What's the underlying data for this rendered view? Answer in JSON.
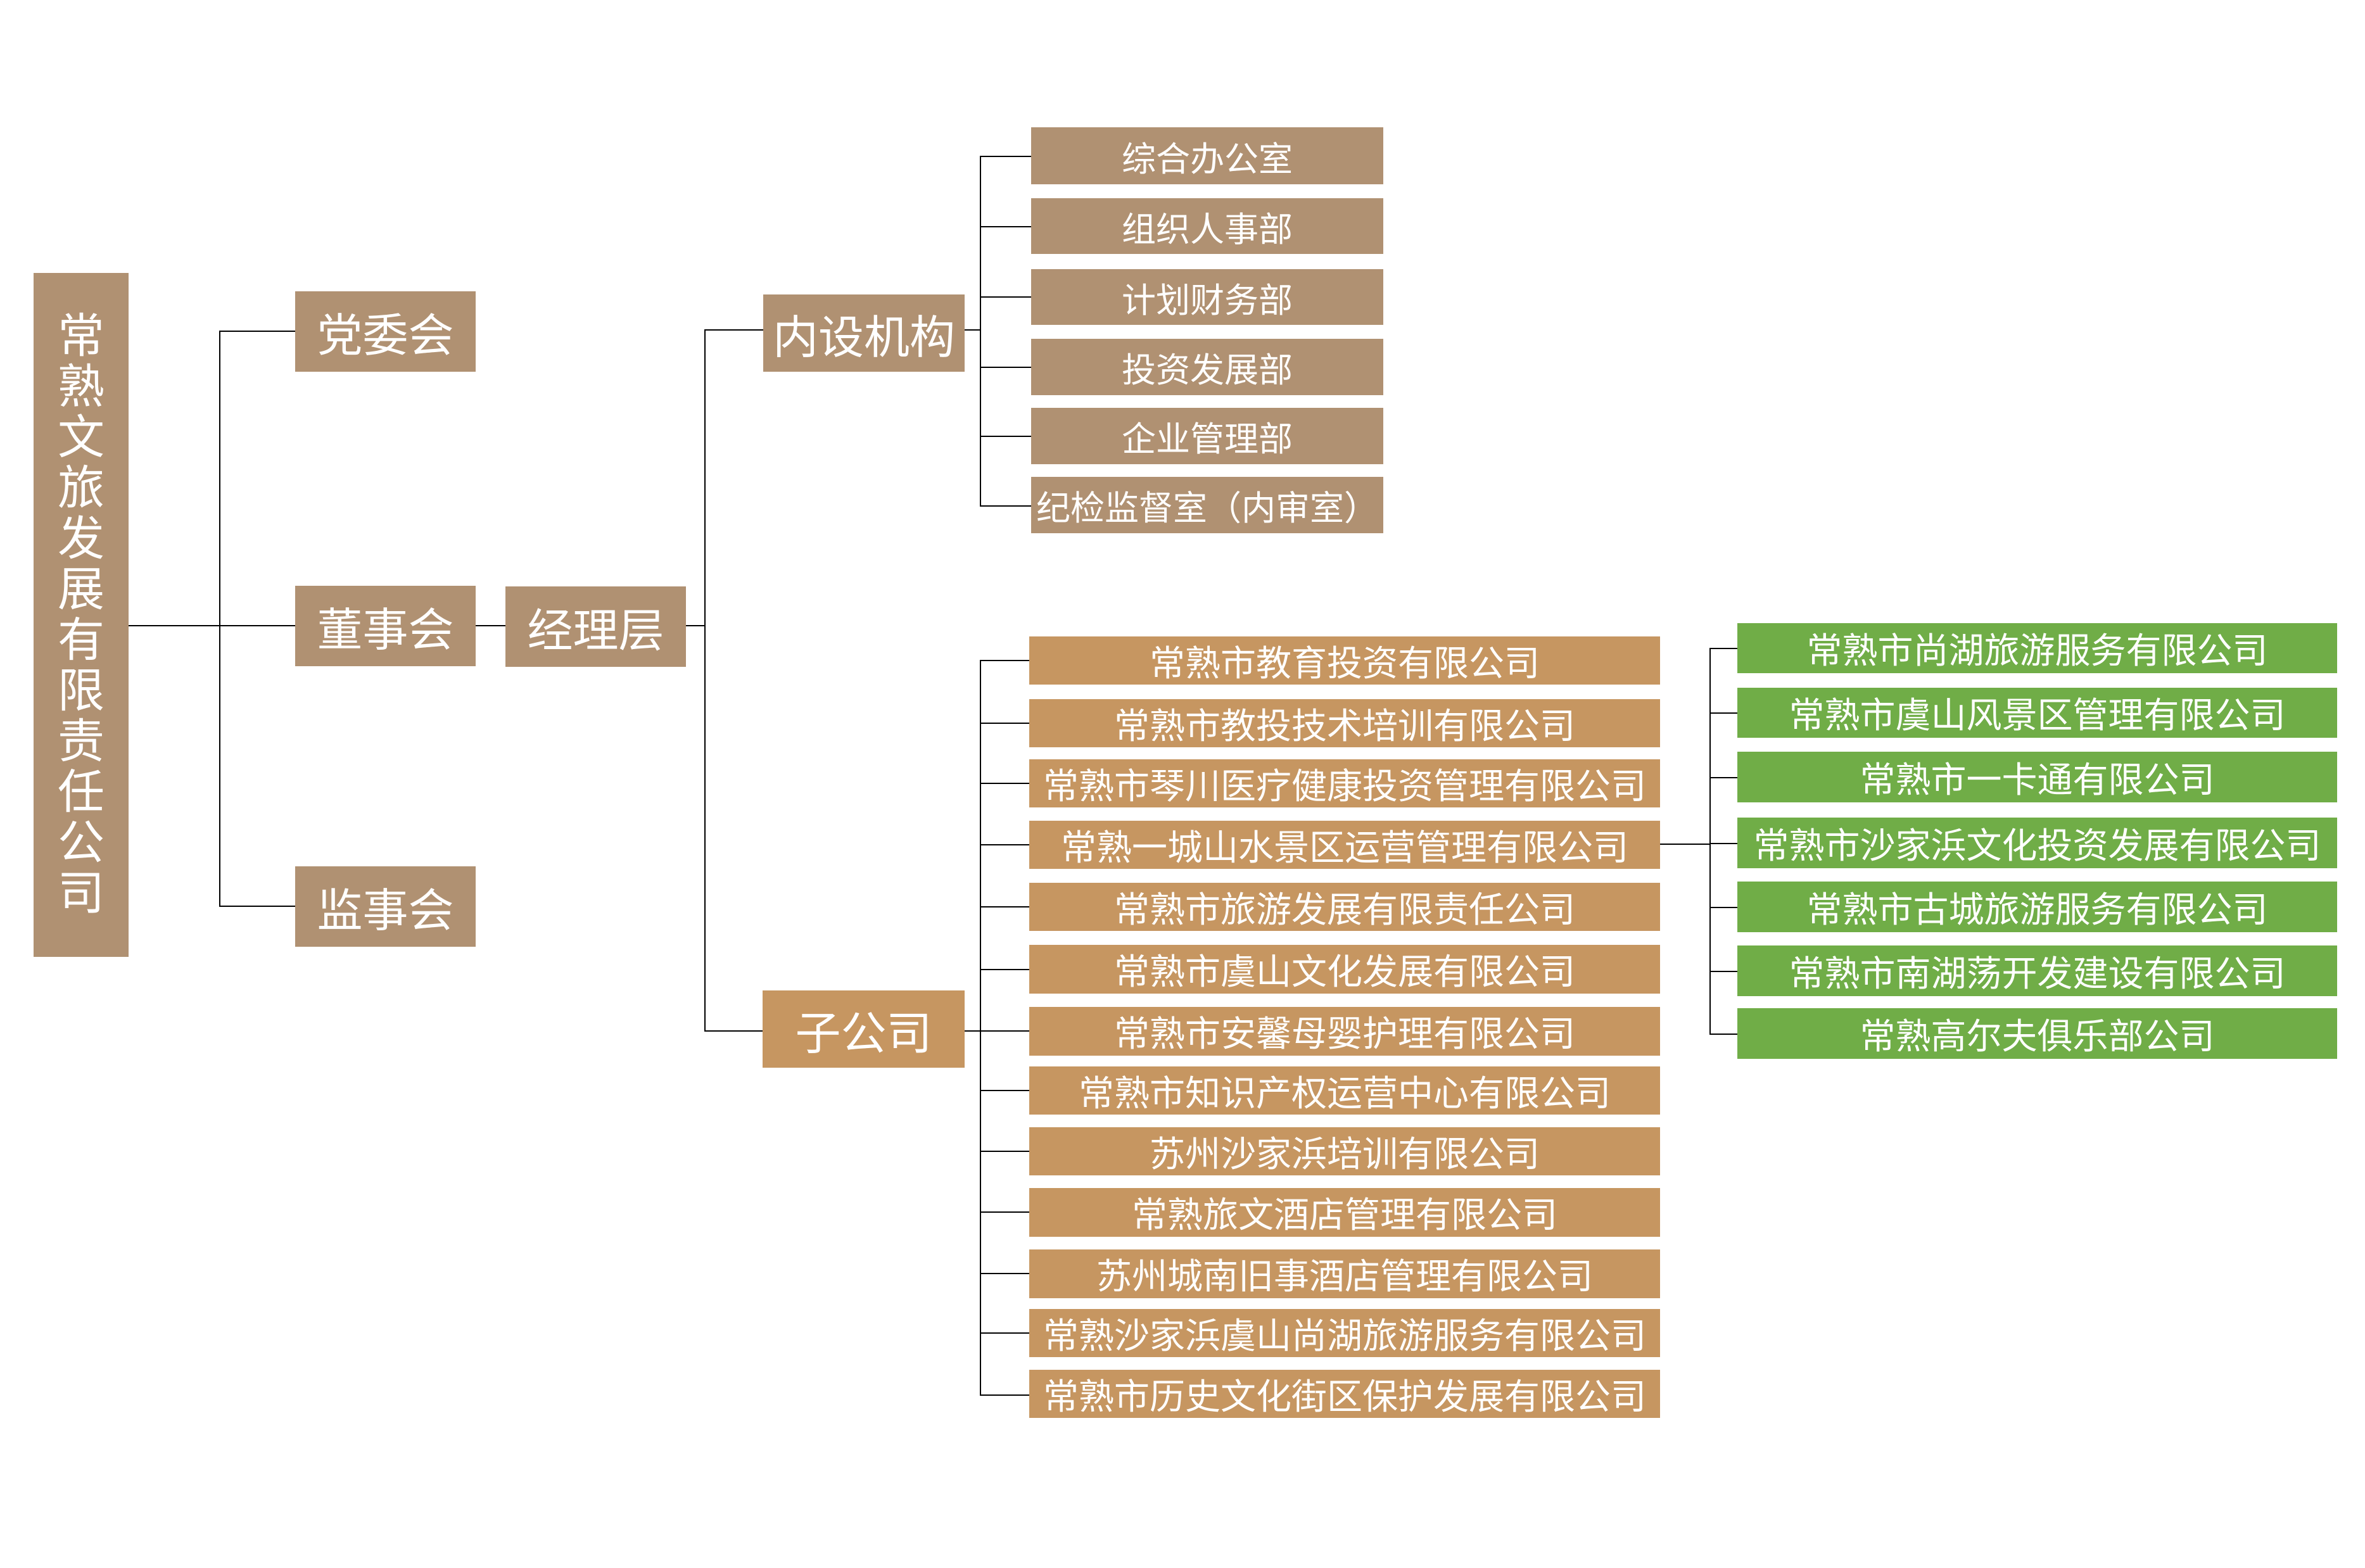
{
  "colors": {
    "governance_box": "#B09172",
    "subsidiary_box": "#C69661",
    "second_tier_box": "#70AD47",
    "connector": "#000000",
    "text": "#FFFFFF"
  },
  "root": {
    "name": "常熟文旅发展有限责任公司",
    "chars": [
      "常",
      "熟",
      "文",
      "旅",
      "发",
      "展",
      "有",
      "限",
      "责",
      "任",
      "公",
      "司"
    ]
  },
  "governance": {
    "party_committee": "党委会",
    "board_of_directors": "董事会",
    "supervisory_board": "监事会",
    "management": "经理层"
  },
  "internal_departments": {
    "label": "内设机构",
    "items": [
      "综合办公室",
      "组织人事部",
      "计划财务部",
      "投资发展部",
      "企业管理部",
      "纪检监督室（内审室）"
    ]
  },
  "subsidiaries": {
    "label": "子公司",
    "items": [
      "常熟市教育投资有限公司",
      "常熟市教投技术培训有限公司",
      "常熟市琴川医疗健康投资管理有限公司",
      "常熟一城山水景区运营管理有限公司",
      "常熟市旅游发展有限责任公司",
      "常熟市虞山文化发展有限公司",
      "常熟市安馨母婴护理有限公司",
      "常熟市知识产权运营中心有限公司",
      "苏州沙家浜培训有限公司",
      "常熟旅文酒店管理有限公司",
      "苏州城南旧事酒店管理有限公司",
      "常熟沙家浜虞山尚湖旅游服务有限公司",
      "常熟市历史文化街区保护发展有限公司"
    ]
  },
  "second_tier_subsidiaries": {
    "parent": "常熟一城山水景区运营管理有限公司",
    "items": [
      "常熟市尚湖旅游服务有限公司",
      "常熟市虞山风景区管理有限公司",
      "常熟市一卡通有限公司",
      "常熟市沙家浜文化投资发展有限公司",
      "常熟市古城旅游服务有限公司",
      "常熟市南湖荡开发建设有限公司",
      "常熟高尔夫俱乐部公司"
    ]
  }
}
